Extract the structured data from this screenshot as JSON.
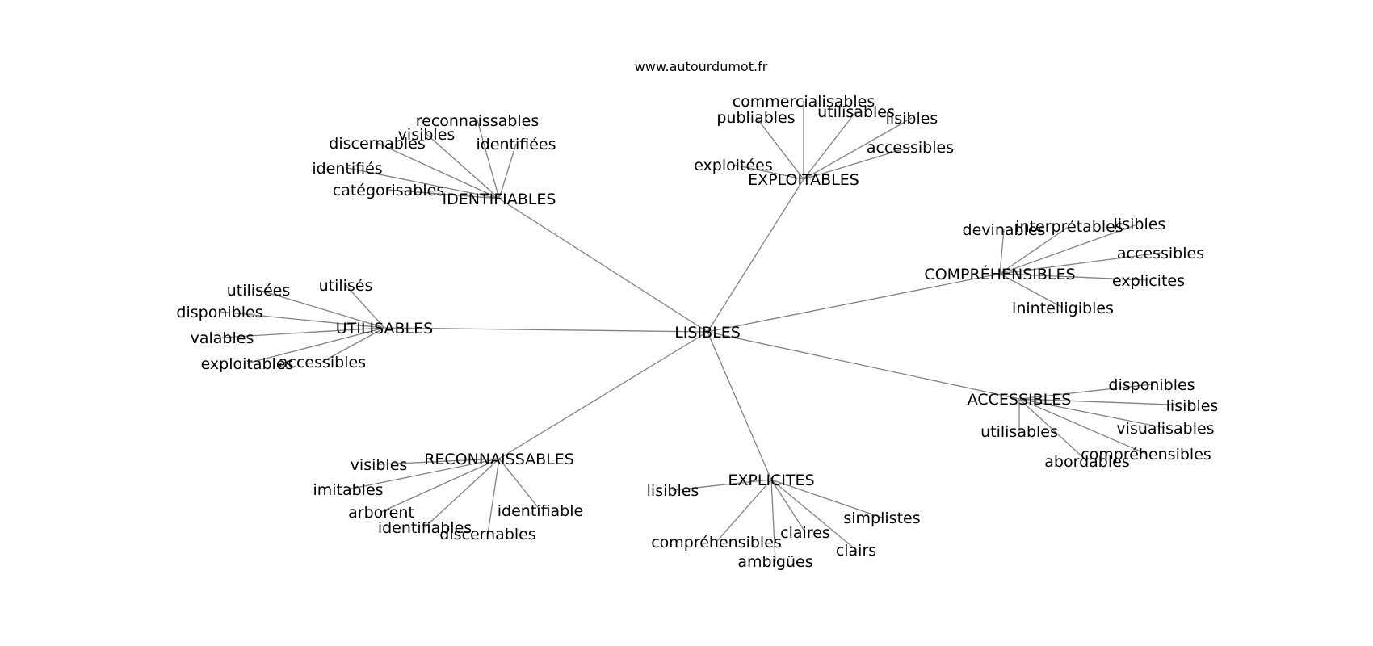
{
  "credit": "www.autourdumot.fr",
  "graph": {
    "center": "LISIBLES",
    "clusters": [
      {
        "label": "IDENTIFIABLES",
        "leaves": [
          "reconnaissables",
          "visibles",
          "discernables",
          "identifiées",
          "identifiés",
          "catégorisables"
        ]
      },
      {
        "label": "EXPLOITABLES",
        "leaves": [
          "commercialisables",
          "publiables",
          "utilisables",
          "lisibles",
          "accessibles",
          "exploitées"
        ]
      },
      {
        "label": "COMPRÉHENSIBLES",
        "leaves": [
          "devinables",
          "interprétables",
          "lisibles",
          "accessibles",
          "explicites",
          "inintelligibles"
        ]
      },
      {
        "label": "UTILISABLES",
        "leaves": [
          "utilisées",
          "utilisés",
          "disponibles",
          "valables",
          "exploitables",
          "accessibles"
        ]
      },
      {
        "label": "ACCESSIBLES",
        "leaves": [
          "disponibles",
          "lisibles",
          "utilisables",
          "visualisables",
          "compréhensibles",
          "abordables"
        ]
      },
      {
        "label": "RECONNAISSABLES",
        "leaves": [
          "visibles",
          "imitables",
          "arborent",
          "identifiable",
          "identifiables",
          "discernables"
        ]
      },
      {
        "label": "EXPLICITES",
        "leaves": [
          "lisibles",
          "simplistes",
          "compréhensibles",
          "claires",
          "clairs",
          "ambigües"
        ]
      }
    ]
  }
}
